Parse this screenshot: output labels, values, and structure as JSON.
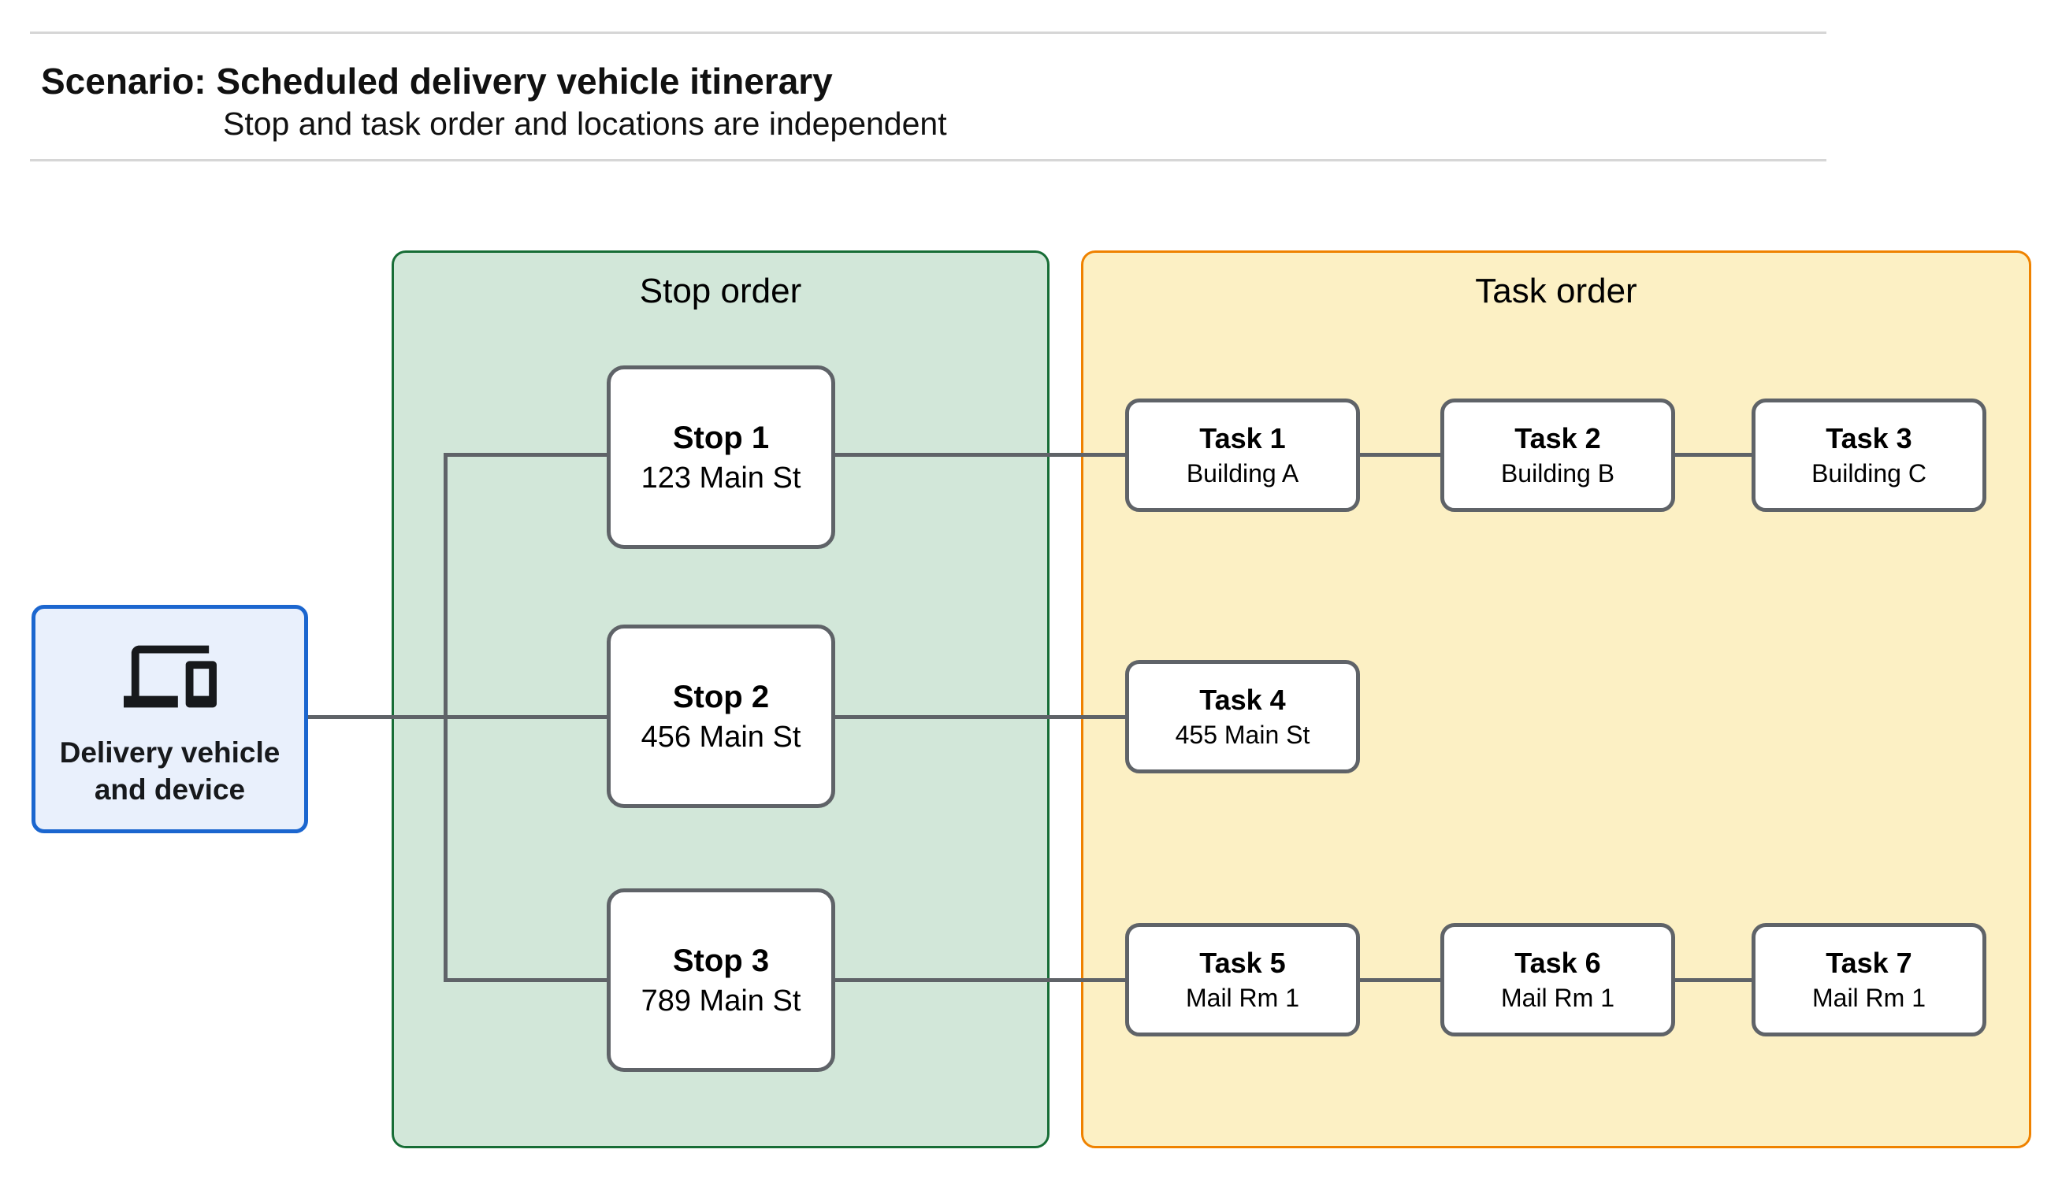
{
  "header": {
    "title": "Scenario: Scheduled delivery vehicle itinerary",
    "subtitle": "Stop and task order and locations are independent"
  },
  "vehicle_node": {
    "line1": "Delivery vehicle",
    "line2": "and device",
    "icon": "devices-icon"
  },
  "stop_panel": {
    "title": "Stop order"
  },
  "task_panel": {
    "title": "Task order"
  },
  "stops": [
    {
      "title": "Stop 1",
      "location": "123 Main St"
    },
    {
      "title": "Stop 2",
      "location": "456 Main St"
    },
    {
      "title": "Stop 3",
      "location": "789 Main St"
    }
  ],
  "tasks": [
    {
      "title": "Task 1",
      "location": "Building A"
    },
    {
      "title": "Task 2",
      "location": "Building B"
    },
    {
      "title": "Task 3",
      "location": "Building C"
    },
    {
      "title": "Task 4",
      "location": "455 Main St"
    },
    {
      "title": "Task 5",
      "location": "Mail Rm 1"
    },
    {
      "title": "Task 6",
      "location": "Mail Rm 1"
    },
    {
      "title": "Task 7",
      "location": "Mail Rm 1"
    }
  ],
  "colors": {
    "vehicle_border": "#1b66cf",
    "vehicle_fill": "#e9f0fc",
    "stop_panel_border": "#176d36",
    "stop_panel_fill": "#d2e7d9",
    "task_panel_border": "#ef8200",
    "task_panel_fill": "#fcf0c4",
    "node_border": "#5f6368",
    "connector": "#5f6368",
    "rule": "#d6d6d6",
    "text": "#111111"
  }
}
